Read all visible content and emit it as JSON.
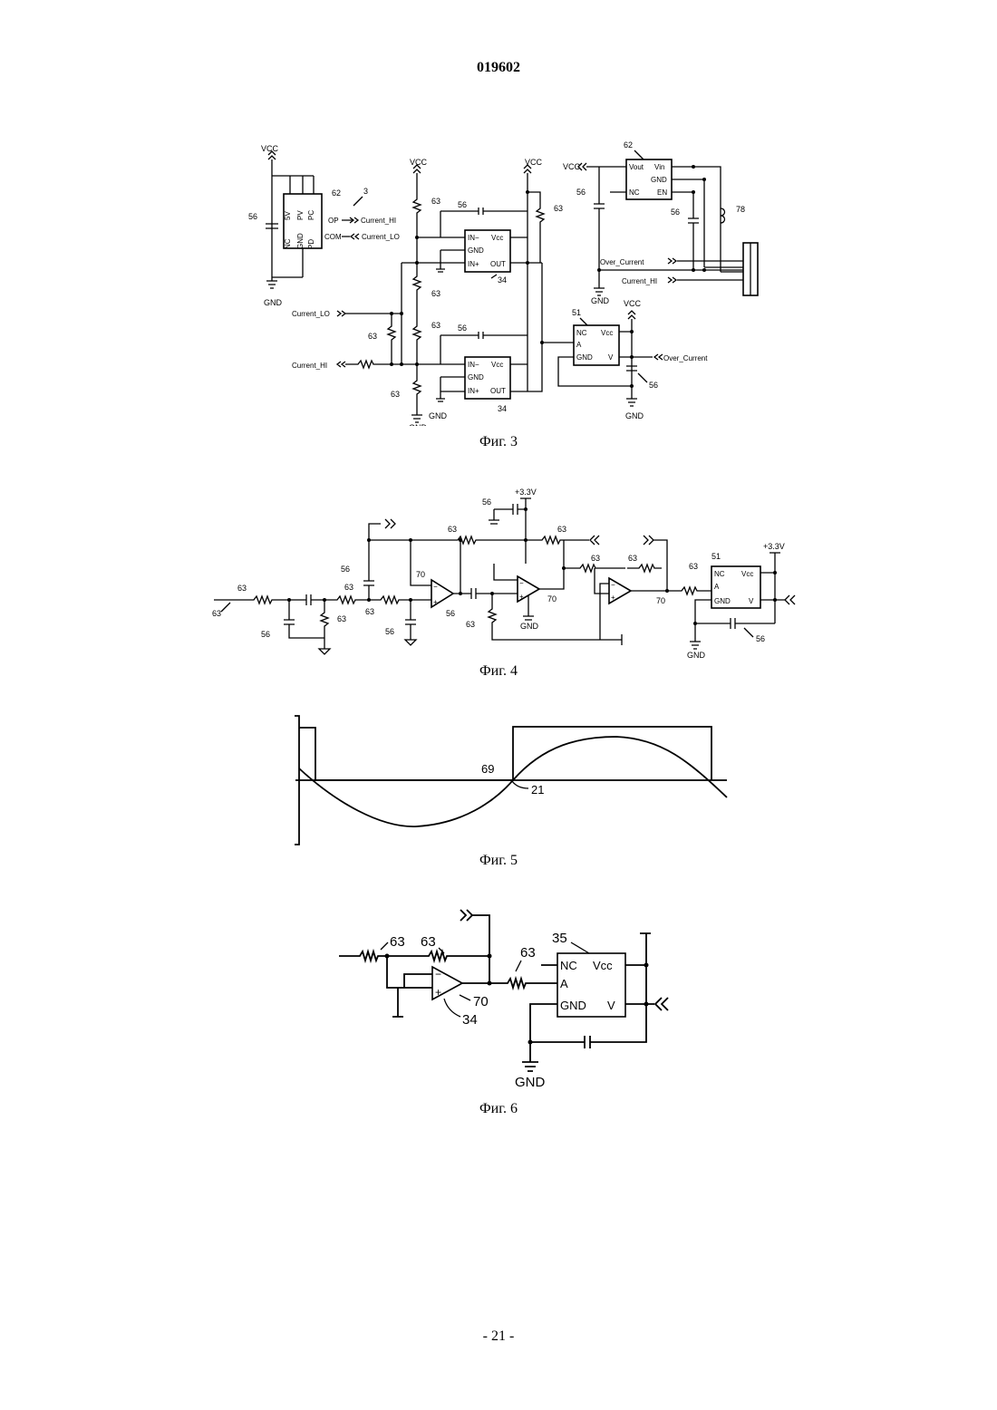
{
  "document_number": "019602",
  "page_number": "- 21 -",
  "figures": {
    "fig3": {
      "caption": "Фиг. 3",
      "labels": {
        "vcc": "VCC",
        "gnd": "GND",
        "sensor_pins": [
          "5V",
          "PV",
          "PC",
          "NC",
          "GND",
          "PD"
        ],
        "op": "OP",
        "com": "COM",
        "current_hi": "Current_HI",
        "current_lo": "Current_LO",
        "over_current": "Over_Current",
        "in_minus": "IN−",
        "in_plus": "IN+",
        "out": "OUT",
        "vcc_pin": "Vcc",
        "vout": "Vout",
        "vin": "Vin",
        "en": "EN",
        "nc": "NC",
        "a": "A",
        "v": "V",
        "ref_3": "3",
        "ref_62": "62",
        "ref_56": "56",
        "ref_63": "63",
        "ref_34": "34",
        "ref_51": "51",
        "ref_78": "78"
      }
    },
    "fig4": {
      "caption": "Фиг. 4",
      "labels": {
        "plus33": "+3.3V",
        "gnd": "GND",
        "nc": "NC",
        "a": "A",
        "v": "V",
        "vcc_pin": "Vcc",
        "ref_56": "56",
        "ref_63": "63",
        "ref_70": "70",
        "ref_51": "51"
      }
    },
    "fig5": {
      "caption": "Фиг. 5",
      "labels": {
        "ref_69": "69",
        "ref_21": "21"
      }
    },
    "fig6": {
      "caption": "Фиг. 6",
      "labels": {
        "nc": "NC",
        "a": "A",
        "v": "V",
        "vcc_pin": "Vcc",
        "gnd": "GND",
        "ref_63": "63",
        "ref_35": "35",
        "ref_70": "70",
        "ref_34": "34"
      }
    }
  }
}
